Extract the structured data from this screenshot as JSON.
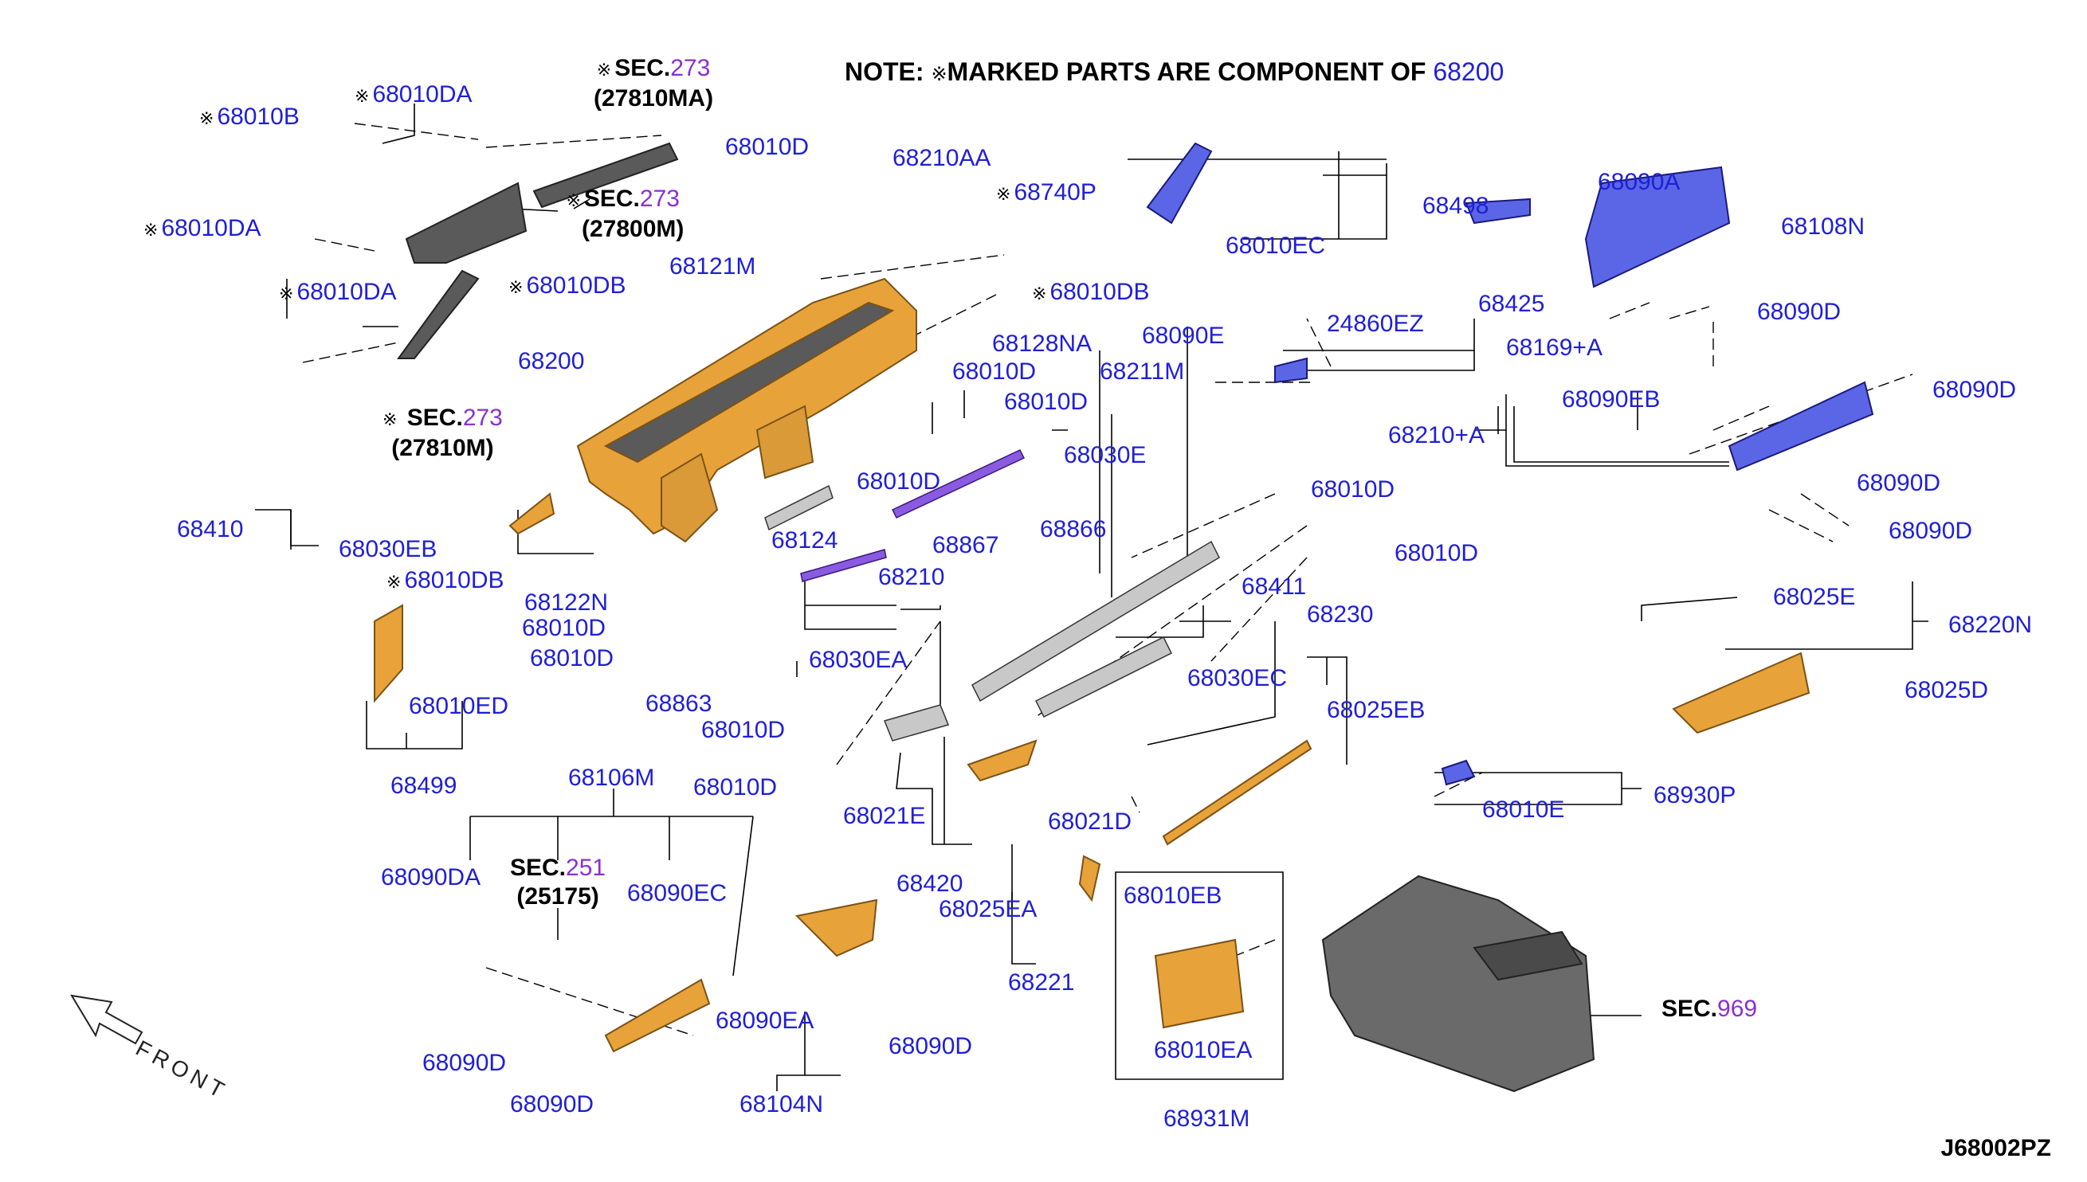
{
  "note": {
    "prefix": "NOTE: ",
    "mark": "※",
    "text": "MARKED PARTS ARE COMPONENT OF ",
    "part": "68200"
  },
  "drawing_code": "J68002PZ",
  "front_label": "FRONT",
  "colors": {
    "part_link": "#1f1fd6",
    "section_number": "#8a2fd0",
    "orange_part": "#e8a23a",
    "gray_part": "#5a5a5a",
    "blue_part": "#5b66e6"
  },
  "labels": [
    {
      "id": "l01",
      "text": "68010B",
      "mark": true
    },
    {
      "id": "l02",
      "text": "68010DA",
      "mark": true
    },
    {
      "id": "l03",
      "text": "68010DA",
      "mark": true
    },
    {
      "id": "l04",
      "text": "68010DA",
      "mark": true
    },
    {
      "id": "l05",
      "text": "68010DB",
      "mark": true
    },
    {
      "id": "l06",
      "text": "68200"
    },
    {
      "id": "l07",
      "text": "68010D"
    },
    {
      "id": "l08",
      "text": "68121M"
    },
    {
      "id": "l09",
      "text": "68210AA"
    },
    {
      "id": "l10",
      "text": "68740P",
      "mark": true
    },
    {
      "id": "l11",
      "text": "68010DB",
      "mark": true
    },
    {
      "id": "l12",
      "text": "68128NA"
    },
    {
      "id": "l13",
      "text": "68010D"
    },
    {
      "id": "l14",
      "text": "68010D"
    },
    {
      "id": "l15",
      "text": "68410"
    },
    {
      "id": "l16",
      "text": "68030EB"
    },
    {
      "id": "l17",
      "text": "68010DB",
      "mark": true
    },
    {
      "id": "l18",
      "text": "68010D"
    },
    {
      "id": "l19",
      "text": "68124"
    },
    {
      "id": "l20",
      "text": "68867"
    },
    {
      "id": "l21",
      "text": "68866"
    },
    {
      "id": "l22",
      "text": "68030E"
    },
    {
      "id": "l23",
      "text": "68211M"
    },
    {
      "id": "l24",
      "text": "68010D"
    },
    {
      "id": "l25",
      "text": "68010D"
    },
    {
      "id": "l26",
      "text": "68122N"
    },
    {
      "id": "l27",
      "text": "68010D"
    },
    {
      "id": "l28",
      "text": "68010D"
    },
    {
      "id": "l29",
      "text": "68210"
    },
    {
      "id": "l30",
      "text": "68030EA"
    },
    {
      "id": "l31",
      "text": "68411"
    },
    {
      "id": "l32",
      "text": "68030EC"
    },
    {
      "id": "l33",
      "text": "68230"
    },
    {
      "id": "l34",
      "text": "68025EB"
    },
    {
      "id": "l35",
      "text": "68010ED"
    },
    {
      "id": "l36",
      "text": "68499"
    },
    {
      "id": "l37",
      "text": "68863"
    },
    {
      "id": "l38",
      "text": "68010D"
    },
    {
      "id": "l39",
      "text": "68010D"
    },
    {
      "id": "l40",
      "text": "68021E"
    },
    {
      "id": "l41",
      "text": "68021D"
    },
    {
      "id": "l42",
      "text": "68420"
    },
    {
      "id": "l43",
      "text": "68025EA"
    },
    {
      "id": "l44",
      "text": "68221"
    },
    {
      "id": "l45",
      "text": "68106M"
    },
    {
      "id": "l46",
      "text": "68090DA"
    },
    {
      "id": "l47",
      "text": "68090EC"
    },
    {
      "id": "l48",
      "text": "68090EA"
    },
    {
      "id": "l49",
      "text": "68090D"
    },
    {
      "id": "l50",
      "text": "68104N"
    },
    {
      "id": "l51",
      "text": "68090D"
    },
    {
      "id": "l52",
      "text": "68090D"
    },
    {
      "id": "l53",
      "text": "68010EB"
    },
    {
      "id": "l54",
      "text": "68010EA"
    },
    {
      "id": "l55",
      "text": "68931M"
    },
    {
      "id": "l56",
      "text": "68498"
    },
    {
      "id": "l57",
      "text": "68010EC"
    },
    {
      "id": "l58",
      "text": "68090A"
    },
    {
      "id": "l59",
      "text": "68108N"
    },
    {
      "id": "l60",
      "text": "68425"
    },
    {
      "id": "l61",
      "text": "68090D"
    },
    {
      "id": "l62",
      "text": "68090E"
    },
    {
      "id": "l63",
      "text": "24860EZ"
    },
    {
      "id": "l64",
      "text": "68169+A"
    },
    {
      "id": "l65",
      "text": "68090EB"
    },
    {
      "id": "l66",
      "text": "68090D"
    },
    {
      "id": "l67",
      "text": "68210+A"
    },
    {
      "id": "l68",
      "text": "68090D"
    },
    {
      "id": "l69",
      "text": "68090D"
    },
    {
      "id": "l70",
      "text": "68025E"
    },
    {
      "id": "l71",
      "text": "68220N"
    },
    {
      "id": "l72",
      "text": "68025D"
    },
    {
      "id": "l73",
      "text": "68010E"
    },
    {
      "id": "l74",
      "text": "68930P"
    }
  ],
  "sections": [
    {
      "id": "s1",
      "mark": true,
      "prefix": "SEC.",
      "num": "273",
      "sub": "(27810MA)"
    },
    {
      "id": "s2",
      "mark": true,
      "prefix": "SEC.",
      "num": "273",
      "sub": "(27800M)"
    },
    {
      "id": "s3",
      "mark": true,
      "prefix": "SEC.",
      "num": "273",
      "sub": "(27810M)"
    },
    {
      "id": "s4",
      "mark": false,
      "prefix": "SEC.",
      "num": "251",
      "sub": "(25175)"
    },
    {
      "id": "s5",
      "mark": false,
      "prefix": "SEC.",
      "num": "969",
      "sub": ""
    }
  ]
}
